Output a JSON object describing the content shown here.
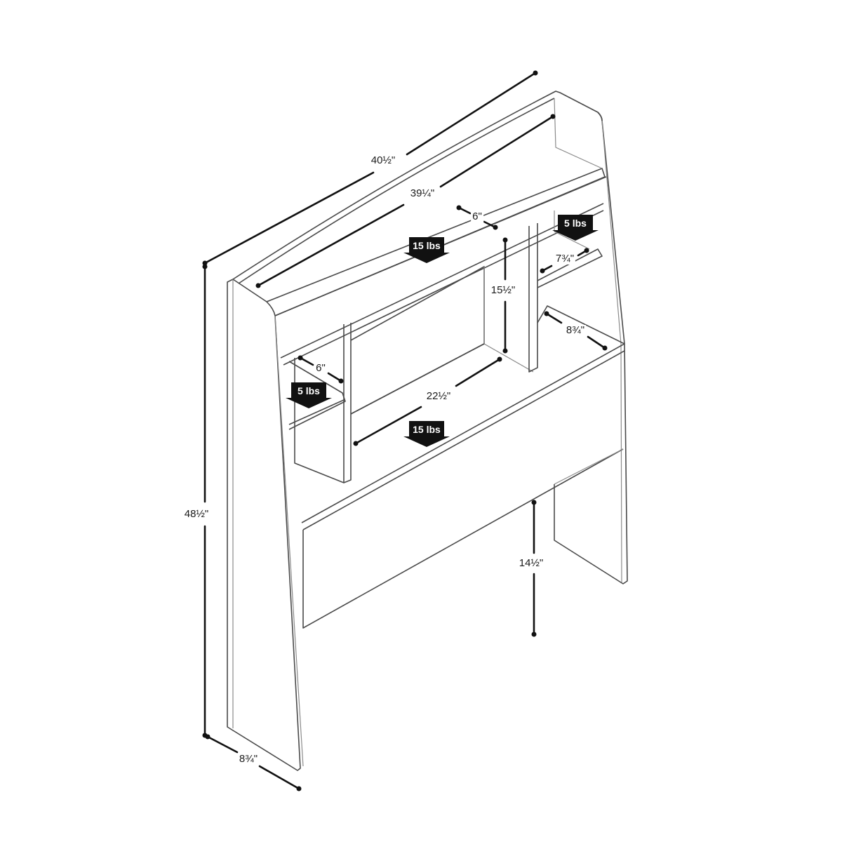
{
  "diagram": {
    "subject": "Bookcase headboard, isometric dimension drawing",
    "dimensions": {
      "overall_width": "40½\"",
      "top_shelf_width": "39¼\"",
      "top_shelf_depth": "6\"",
      "right_upper_shelf_depth": "7¾\"",
      "center_opening_height": "15½\"",
      "right_lower_shelf_depth": "8¾\"",
      "left_shelf_depth": "6\"",
      "center_shelf_width": "22½\"",
      "overall_height": "48½\"",
      "leg_clearance_height": "14½\"",
      "base_depth": "8¾\""
    },
    "weight_limits": {
      "top_shelf": "15 lbs",
      "right_upper_shelf": "5 lbs",
      "left_shelf": "5 lbs",
      "center_shelf": "15 lbs"
    },
    "colors": {
      "line": "#4a4a4a",
      "dimension": "#111111",
      "badge_bg": "#111111",
      "badge_text": "#ffffff",
      "background": "#ffffff"
    }
  }
}
